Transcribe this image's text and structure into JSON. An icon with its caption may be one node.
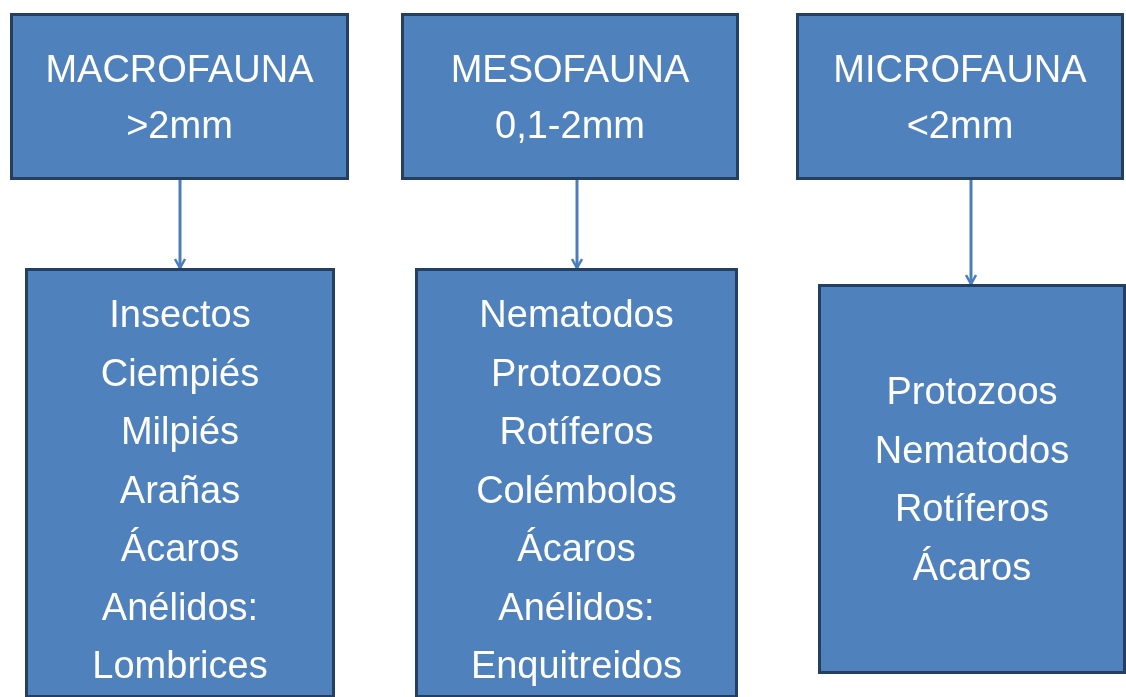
{
  "diagram": {
    "nodes": [
      {
        "text": [
          "MACROFAUNA",
          ">2mm"
        ]
      },
      {
        "text": [
          "MESOFAUNA",
          "0,1-2mm"
        ]
      },
      {
        "text": [
          "MICROFAUNA",
          "<2mm"
        ]
      },
      {
        "text": [
          "Insectos",
          "Ciempiés",
          "Milpiés",
          "Arañas",
          "Ácaros",
          "Anélidos:",
          "Lombrices"
        ]
      },
      {
        "text": [
          "Nematodos",
          "Protozoos",
          "Rotíferos",
          "Colémbolos",
          "Ácaros",
          "Anélidos:",
          "Enquitreidos"
        ]
      },
      {
        "text": [
          "Protozoos",
          "Nematodos",
          "Rotíferos",
          "Ácaros"
        ]
      }
    ],
    "edges": [
      {
        "from": 0,
        "to": 3,
        "arrow": "to"
      },
      {
        "from": 1,
        "to": 4,
        "arrow": "to"
      },
      {
        "from": 2,
        "to": 5,
        "arrow": "to"
      }
    ]
  }
}
